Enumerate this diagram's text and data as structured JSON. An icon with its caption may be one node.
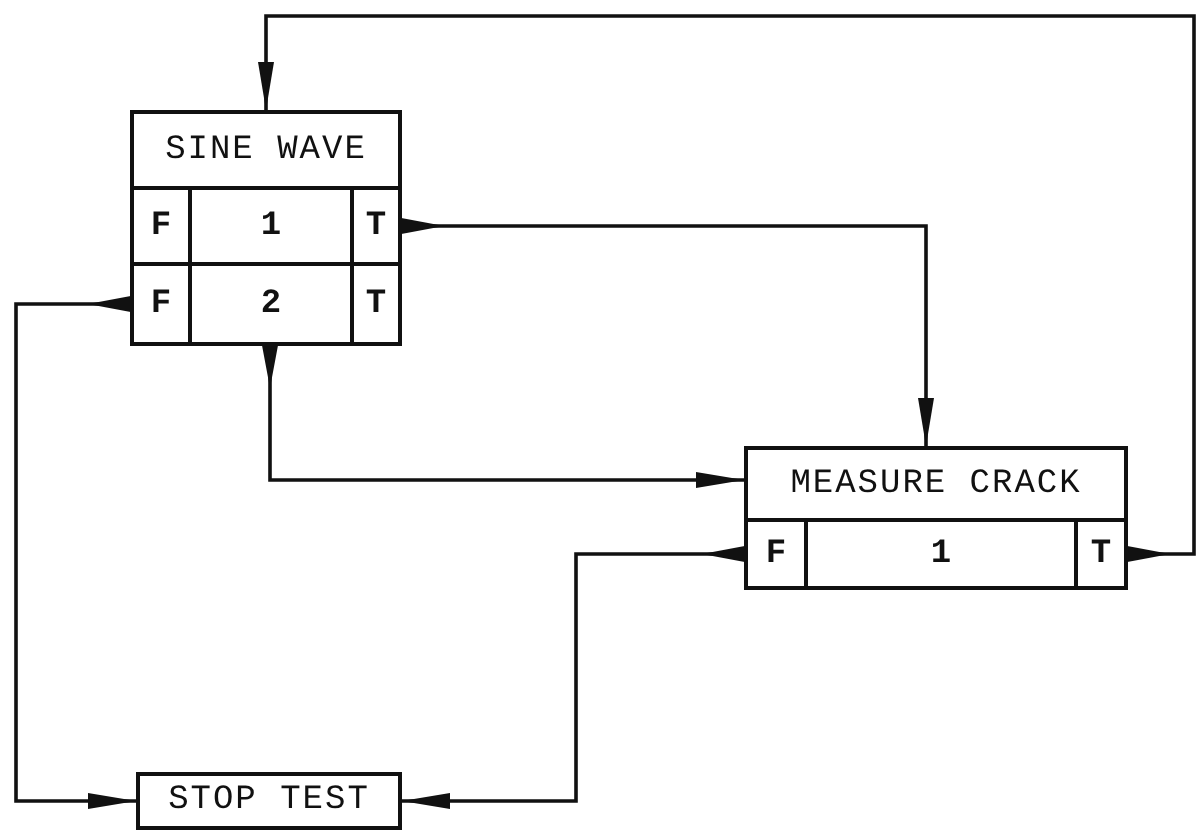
{
  "diagram": {
    "nodes": [
      {
        "text": [
          "SINE WAVE"
        ]
      },
      {
        "text": [
          "F"
        ],
        "in": 0
      },
      {
        "text": [
          "1"
        ],
        "in": 0
      },
      {
        "text": [
          "T"
        ],
        "in": 0
      },
      {
        "text": [
          "F"
        ],
        "in": 0
      },
      {
        "text": [
          "2"
        ],
        "in": 0
      },
      {
        "text": [
          "T"
        ],
        "in": 0
      },
      {
        "text": [
          "MEASURE CRACK"
        ]
      },
      {
        "text": [
          "F"
        ],
        "in": 7
      },
      {
        "text": [
          "1"
        ],
        "in": 7
      },
      {
        "text": [
          "T"
        ],
        "in": 7
      },
      {
        "text": [
          "STOP TEST"
        ]
      }
    ],
    "edges": [
      {
        "from": 10,
        "to": 0,
        "arrow": "to"
      },
      {
        "from": 3,
        "to": 7,
        "arrow": "to"
      },
      {
        "from": 4,
        "to": 11,
        "arrow": "to"
      },
      {
        "from": 5,
        "to": 7,
        "arrow": "to"
      },
      {
        "from": 8,
        "to": 11,
        "arrow": "to"
      }
    ]
  }
}
